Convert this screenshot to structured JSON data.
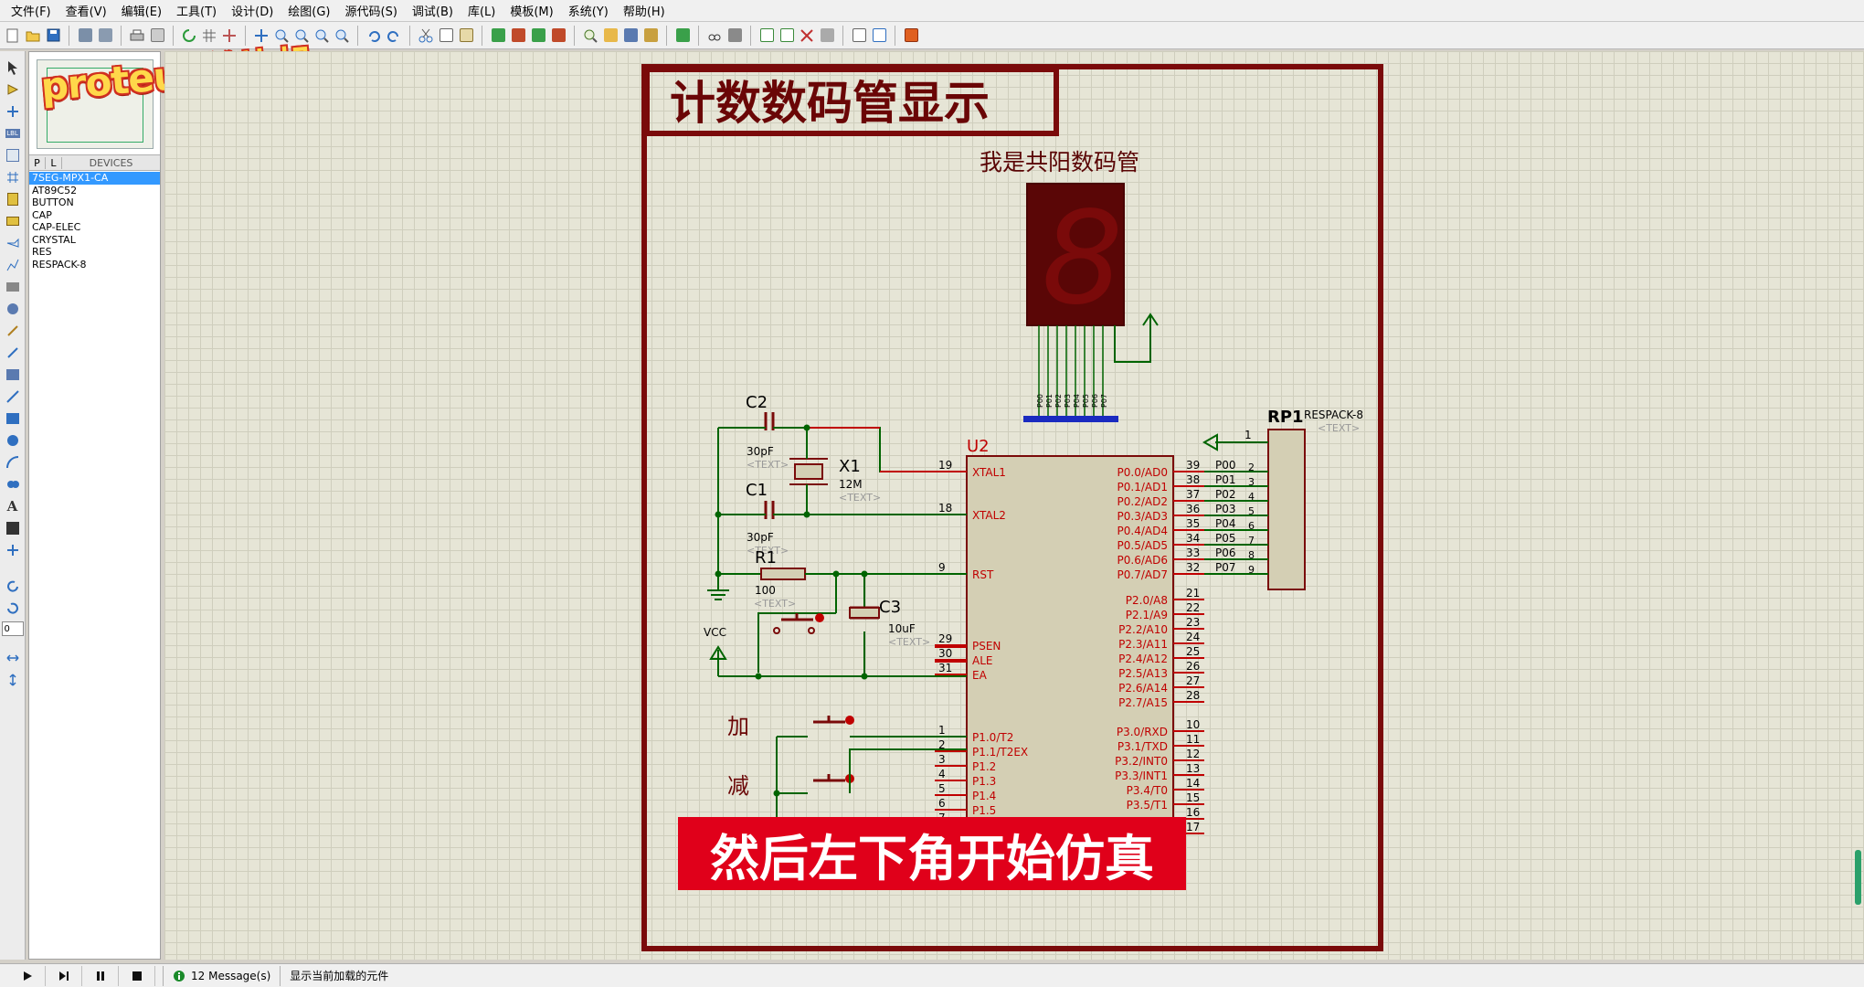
{
  "menu": [
    "文件(F)",
    "查看(V)",
    "编辑(E)",
    "工具(T)",
    "设计(D)",
    "绘图(G)",
    "源代码(S)",
    "调试(B)",
    "库(L)",
    "模板(M)",
    "系统(Y)",
    "帮助(H)"
  ],
  "watermark": "proteus单片机",
  "devices_panel": {
    "tab_p": "P",
    "tab_l": "L",
    "title": "DEVICES",
    "items": [
      "7SEG-MPX1-CA",
      "AT89C52",
      "BUTTON",
      "CAP",
      "CAP-ELEC",
      "CRYSTAL",
      "RES",
      "RESPACK-8"
    ]
  },
  "left_tools_value": "0",
  "schematic": {
    "title": "计数数码管显示",
    "display_label": "我是共阳数码管",
    "seven_seg_digit": "8",
    "rp1_ref": "RP1",
    "rp1_value": "RESPACK-8",
    "rp1_text": "<TEXT>",
    "rp1_pin1": "1",
    "u2_ref": "U2",
    "c2_ref": "C2",
    "c2_value": "30pF",
    "c2_text": "<TEXT>",
    "x1_ref": "X1",
    "x1_value": "12M",
    "x1_text": "<TEXT>",
    "c1_ref": "C1",
    "c1_value": "30pF",
    "c1_text": "<TEXT>",
    "r1_ref": "R1",
    "r1_value": "100",
    "r1_text": "<TEXT>",
    "c3_ref": "C3",
    "c3_value": "10uF",
    "c3_text": "<TEXT>",
    "vcc": "VCC",
    "btn_add": "加",
    "btn_sub": "减",
    "left_pins": [
      {
        "num": "19",
        "name": "XTAL1"
      },
      {
        "num": "18",
        "name": "XTAL2"
      },
      {
        "num": "9",
        "name": "RST"
      },
      {
        "num": "29",
        "name": "PSEN"
      },
      {
        "num": "30",
        "name": "ALE"
      },
      {
        "num": "31",
        "name": "EA"
      },
      {
        "num": "1",
        "name": "P1.0/T2"
      },
      {
        "num": "2",
        "name": "P1.1/T2EX"
      },
      {
        "num": "3",
        "name": "P1.2"
      },
      {
        "num": "4",
        "name": "P1.3"
      },
      {
        "num": "5",
        "name": "P1.4"
      },
      {
        "num": "6",
        "name": "P1.5"
      },
      {
        "num": "7",
        "name": ""
      }
    ],
    "right_pins_p0": [
      {
        "num": "39",
        "name": "P0.0/AD0",
        "net": "P00",
        "rp": "2"
      },
      {
        "num": "38",
        "name": "P0.1/AD1",
        "net": "P01",
        "rp": "3"
      },
      {
        "num": "37",
        "name": "P0.2/AD2",
        "net": "P02",
        "rp": "4"
      },
      {
        "num": "36",
        "name": "P0.3/AD3",
        "net": "P03",
        "rp": "5"
      },
      {
        "num": "35",
        "name": "P0.4/AD4",
        "net": "P04",
        "rp": "6"
      },
      {
        "num": "34",
        "name": "P0.5/AD5",
        "net": "P05",
        "rp": "7"
      },
      {
        "num": "33",
        "name": "P0.6/AD6",
        "net": "P06",
        "rp": "8"
      },
      {
        "num": "32",
        "name": "P0.7/AD7",
        "net": "P07",
        "rp": "9"
      }
    ],
    "right_pins_p2": [
      {
        "num": "21",
        "name": "P2.0/A8"
      },
      {
        "num": "22",
        "name": "P2.1/A9"
      },
      {
        "num": "23",
        "name": "P2.2/A10"
      },
      {
        "num": "24",
        "name": "P2.3/A11"
      },
      {
        "num": "25",
        "name": "P2.4/A12"
      },
      {
        "num": "26",
        "name": "P2.5/A13"
      },
      {
        "num": "27",
        "name": "P2.6/A14"
      },
      {
        "num": "28",
        "name": "P2.7/A15"
      }
    ],
    "right_pins_p3": [
      {
        "num": "10",
        "name": "P3.0/RXD"
      },
      {
        "num": "11",
        "name": "P3.1/TXD"
      },
      {
        "num": "12",
        "name": "P3.2/INT0"
      },
      {
        "num": "13",
        "name": "P3.3/INT1"
      },
      {
        "num": "14",
        "name": "P3.4/T0"
      },
      {
        "num": "15",
        "name": "P3.5/T1"
      },
      {
        "num": "16",
        "name": ""
      },
      {
        "num": "17",
        "name": ""
      }
    ],
    "seg_pins": [
      "P00",
      "P01",
      "P02",
      "P03",
      "P04",
      "P05",
      "P06",
      "P07"
    ]
  },
  "caption": "然后左下角开始仿真",
  "status": {
    "messages": "12 Message(s)",
    "text": "显示当前加载的元件"
  },
  "colors": {
    "frame": "#7a0a0a",
    "pin_red": "#c00000",
    "wire_green": "#006400",
    "body": "#d4cfb4",
    "caption_bg": "#e0001a"
  }
}
